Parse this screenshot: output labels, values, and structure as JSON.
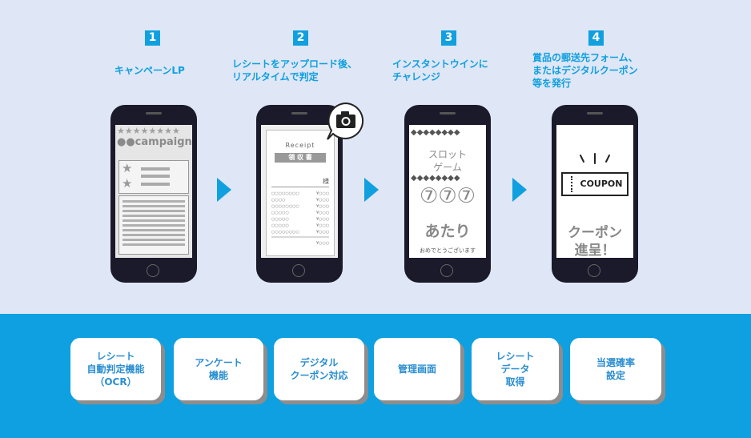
{
  "steps": [
    {
      "number": "1",
      "caption": "キャンペーンLP"
    },
    {
      "number": "2",
      "caption": "レシートをアップロード後、\nリアルタイムで判定"
    },
    {
      "number": "3",
      "caption": "インスタントウインに\nチャレンジ"
    },
    {
      "number": "4",
      "caption": "賞品の郵送先フォーム、\nまたはデジタルクーポン\n等を発行"
    }
  ],
  "phone1": {
    "stars": "★★★★★★★★",
    "campaign": "●●campaign"
  },
  "phone2": {
    "receipt": "Receipt",
    "header": "領 収 書",
    "sama": "様",
    "item": "○○○○○○○○",
    "item_short": "○○○○",
    "price": "¥○○○"
  },
  "phone3": {
    "diamonds": "◆◆◆◆◆◆◆◆",
    "slot_line1": "スロット",
    "slot_line2": "ゲーム",
    "sevens": "⑦⑦⑦",
    "win": "あたり",
    "congrats": "おめでとうございます"
  },
  "phone4": {
    "coupon": "COUPON",
    "line1": "クーポン",
    "line2": "進呈！"
  },
  "features": [
    "レシート\n自動判定機能\n（OCR）",
    "アンケート\n機能",
    "デジタル\nクーポン対応",
    "管理画面",
    "レシート\nデータ\n取得",
    "当選確率\n設定"
  ],
  "colors": {
    "accent": "#10a0e0",
    "band": "#0ea0e0",
    "background": "#dfe6f5"
  }
}
